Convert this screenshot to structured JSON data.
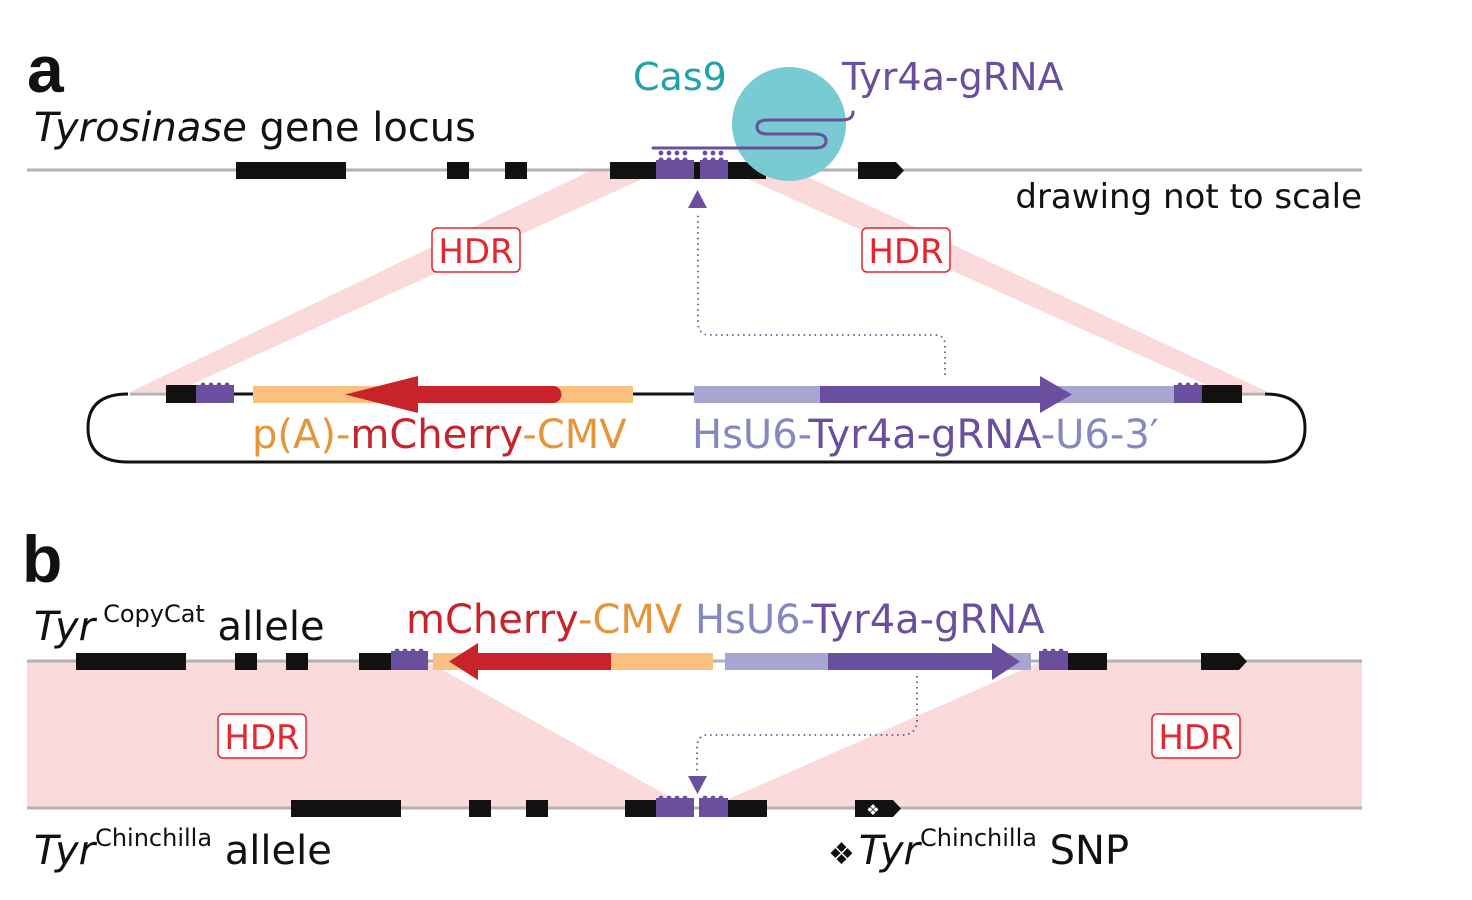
{
  "colors": {
    "black": "#111111",
    "line": "#b3b3b3",
    "hdr_fill": "#fadadb",
    "hdr_text": "#e32630",
    "cas9": "#78cbd2",
    "cas9_text": "#1fa2a8",
    "purple": "#6a4f9e",
    "lavender": "#a7a6d3",
    "lavender_text": "#8688c0",
    "red": "#c8222a",
    "orange_bar": "#fbbf7f",
    "orange_text": "#e5953a"
  },
  "panel_a": {
    "letter": "a",
    "locus_title_italic": "Tyrosinase",
    "locus_title_rest": " gene locus",
    "cas9_label": "Cas9",
    "grna_label": "Tyr4a-gRNA",
    "scale_note": "drawing not to scale",
    "hdr_left": "HDR",
    "hdr_right": "HDR",
    "plasmid_left": {
      "part1": "p(A)-",
      "part2": "mCherry",
      "part3": "-CMV"
    },
    "plasmid_right": {
      "part1": "HsU6-",
      "part2": "Tyr4a-gRNA",
      "part3": "-U6-3′"
    }
  },
  "panel_b": {
    "letter": "b",
    "copycat_allele": {
      "gene": "Tyr",
      "superscript": "CopyCat",
      "suffix": " allele"
    },
    "cassette_label": {
      "part1": "mCherry",
      "part2": "-CMV",
      "part3": " HsU6-",
      "part4": "Tyr4a-gRNA"
    },
    "hdr_left": "HDR",
    "hdr_right": "HDR",
    "chinchilla_allele": {
      "gene": "Tyr",
      "superscript": "Chinchilla",
      "suffix": " allele"
    },
    "snp_legend": {
      "symbol": "❖",
      "gene": "Tyr",
      "superscript": "Chinchilla",
      "suffix": " SNP"
    }
  }
}
